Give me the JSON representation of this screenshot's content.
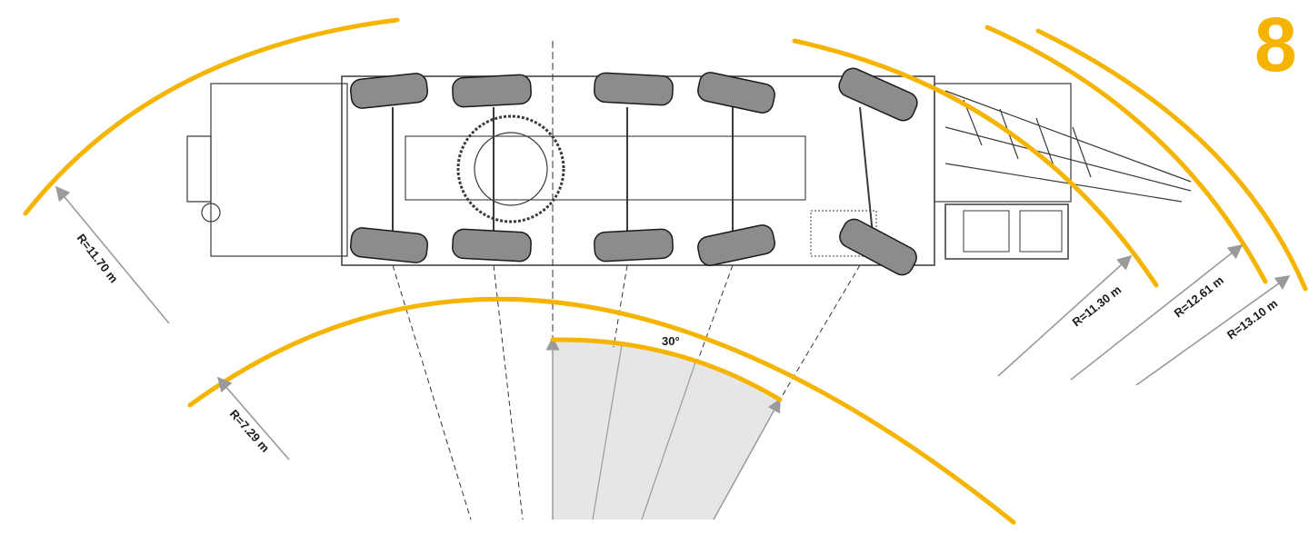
{
  "page_number": "8",
  "colors": {
    "arc": "#f5b400",
    "arrow": "#9a9a9a",
    "tire": "#8c8c8c",
    "outline": "#3a3a3a",
    "sector_fill": "#e6e6e6"
  },
  "radius_labels": {
    "r_11_70": "R=11.70 m",
    "r_7_29": "R=7.29 m",
    "r_11_30": "R=11.30 m",
    "r_12_61": "R=12.61 m",
    "r_13_10": "R=13.10 m"
  },
  "steering_angle_label": "30°",
  "vehicle": {
    "view": "top-view",
    "axles": 5,
    "icons": [
      "crane-carrier-icon",
      "tire-icon",
      "cab-icon",
      "boom-icon"
    ]
  }
}
